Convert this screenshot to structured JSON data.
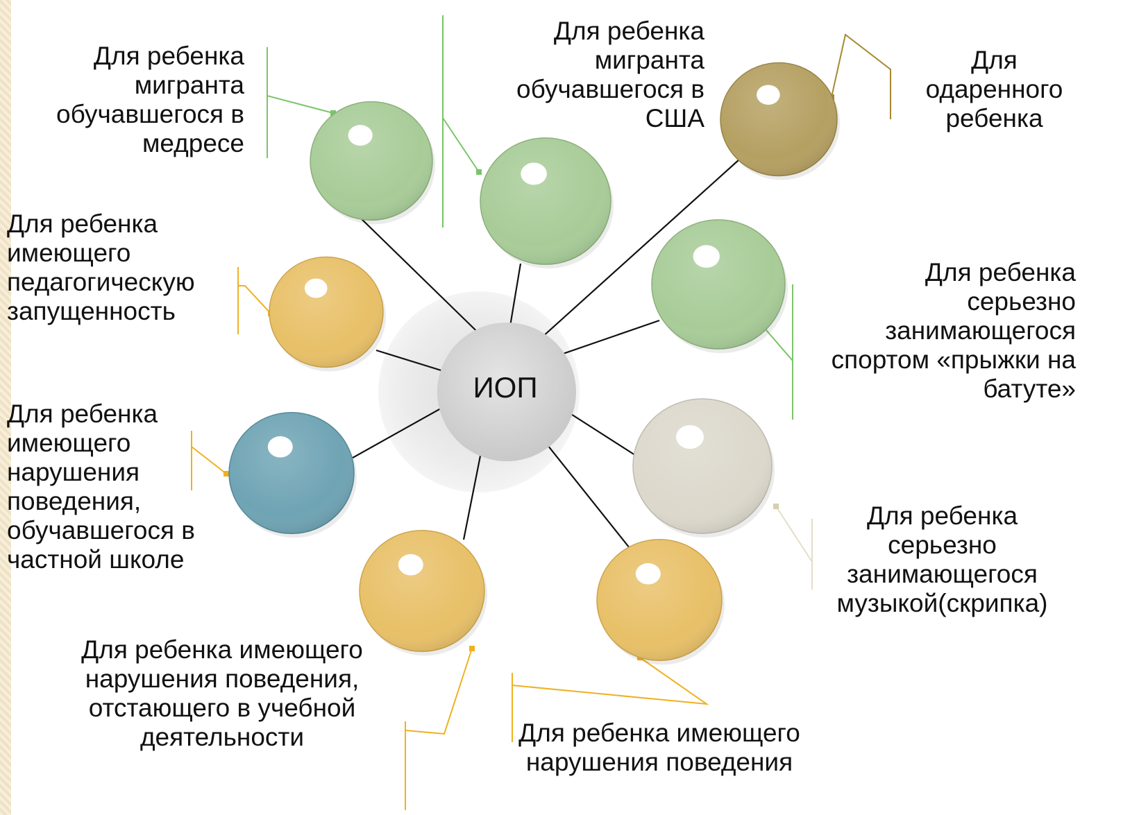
{
  "center": {
    "label": "ИОП"
  },
  "nodes": [
    {
      "id": "madrasa",
      "label": "Для ребенка\nмигранта\nобучавшегося в\nмедресе",
      "color": "#a8cc98"
    },
    {
      "id": "usa",
      "label": "Для ребенка\nмигранта\nобучавшегося в\nСША",
      "color": "#a8cc98"
    },
    {
      "id": "gifted",
      "label": "Для\nодаренного\nребенка",
      "color": "#b5a062"
    },
    {
      "id": "neglect",
      "label": "Для ребенка\nимеющего\nпедагогическую\nзапущенность",
      "color": "#e8c068"
    },
    {
      "id": "trampoline",
      "label": "Для ребенка\nсерьезно\nзанимающегося\nспортом «прыжки на\nбатуте»",
      "color": "#a8cc98"
    },
    {
      "id": "private-school",
      "label": "Для ребенка\nимеющего\nнарушения\nповедения,\nобучавшегося в\nчастной школе",
      "color": "#6fa4b4"
    },
    {
      "id": "violin",
      "label": "Для ребенка\nсерьезно\nзанимающегося\nмузыкой(скрипка)",
      "color": "#dcd8cc"
    },
    {
      "id": "behind",
      "label": "Для ребенка имеющего\nнарушения поведения,\nотстающего в учебной\nдеятельности",
      "color": "#e8c068"
    },
    {
      "id": "behavior",
      "label": "Для ребенка имеющего\nнарушения поведения",
      "color": "#e8c068"
    }
  ]
}
